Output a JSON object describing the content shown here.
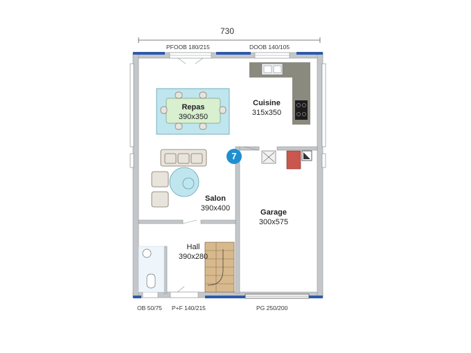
{
  "plan": {
    "total_width": "730",
    "openings_top": {
      "left": "PFOOB 180/215",
      "right": "DOOB 140/105"
    },
    "openings_bottom": {
      "ob": "OB 50/75",
      "door": "P+F 140/215",
      "garage": "PG 250/200"
    },
    "rooms": {
      "repas": {
        "name": "Repas",
        "size": "390x350"
      },
      "cuisine": {
        "name": "Cuisine",
        "size": "315x350"
      },
      "salon": {
        "name": "Salon",
        "size": "390x400"
      },
      "garage": {
        "name": "Garage",
        "size": "300x575"
      },
      "hall": {
        "name": "Hall",
        "size": "390x280"
      }
    },
    "badge": "7",
    "colors": {
      "window_blue": "#2e5aa8",
      "wall_grey": "#b8bcbf",
      "table_cyan": "#bfe6ef",
      "table_green": "#d8efd0",
      "stairs_wood": "#d8b98e",
      "badge_blue": "#1f8fd0",
      "fireplace_red": "#c9574e",
      "counter_grey": "#8b8a7f"
    }
  }
}
